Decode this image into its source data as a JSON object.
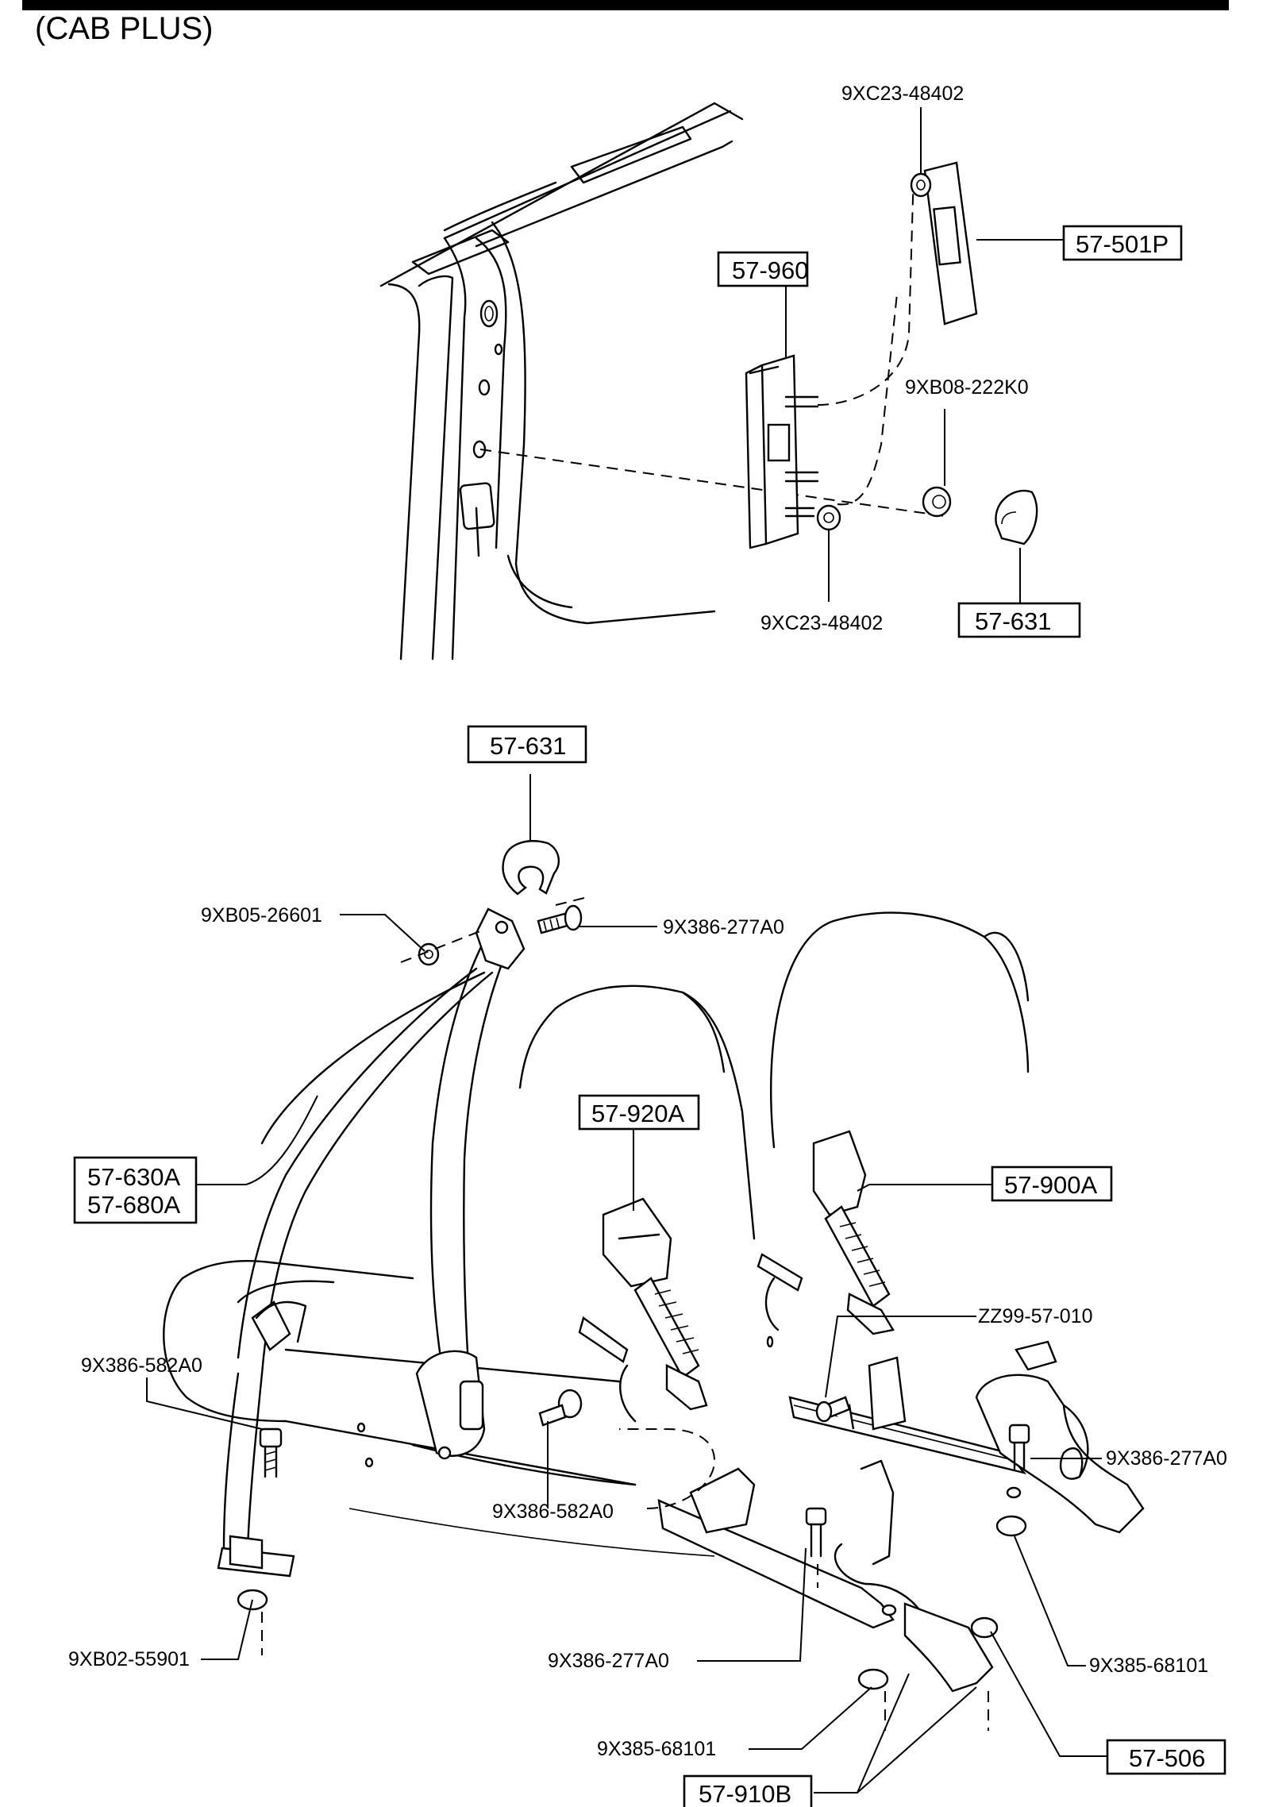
{
  "caption": "(CAB PLUS)",
  "callouts": {
    "c1": "9XC23-48402",
    "c2": "57-501P",
    "c3": "57-960",
    "c4": "9XB08-222K0",
    "c5": "9XC23-48402",
    "c6": "57-631",
    "c7": "57-631",
    "c8": "9XB05-26601",
    "c9": "9X386-277A0",
    "c10a": "57-630A",
    "c10b": "57-680A",
    "c11": "57-920A",
    "c12": "57-900A",
    "c13": "ZZ99-57-010",
    "c14": "9X386-582A0",
    "c15": "9X386-277A0",
    "c16": "9X386-582A0",
    "c17": "9XB02-55901",
    "c18": "9X386-277A0",
    "c19": "9X385-68101",
    "c20": "9X385-68101",
    "c21": "57-506",
    "c22": "57-910B"
  }
}
